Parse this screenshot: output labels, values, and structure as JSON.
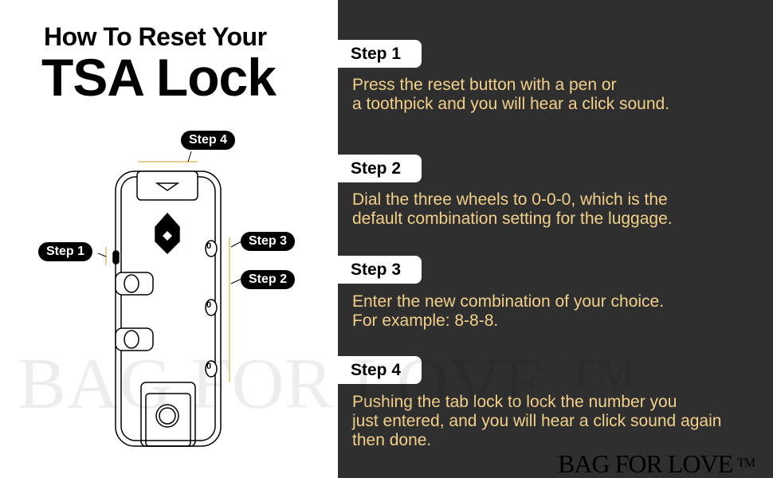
{
  "title": {
    "line1": "How To Reset Your",
    "line2": "TSA Lock"
  },
  "diagram": {
    "callouts": [
      "Step 1",
      "Step 2",
      "Step 3",
      "Step 4"
    ],
    "dial_digits": [
      "0",
      "0",
      "0"
    ]
  },
  "watermark": "BAG FOR LOVE ™",
  "steps": [
    {
      "label": "Step 1",
      "lines": [
        "Press the reset button with a pen or",
        "a toothpick and you will hear a click sound."
      ]
    },
    {
      "label": "Step 2",
      "lines": [
        "Dial the three wheels to 0-0-0, which is the",
        "default combination setting for the luggage."
      ]
    },
    {
      "label": "Step 3",
      "lines": [
        "Enter the new combination of your choice.",
        "For example: 8-8-8."
      ]
    },
    {
      "label": "Step 4",
      "lines": [
        "Pushing the tab lock to lock the number you",
        "just entered, and you will hear a click sound again",
        "then done."
      ]
    }
  ],
  "brand": {
    "name": "BAG FOR LOVE",
    "tm": "TM"
  },
  "colors": {
    "panel": "#2f2f2f",
    "text": "#f2d08a",
    "accent_line": "#e8cf8f"
  }
}
